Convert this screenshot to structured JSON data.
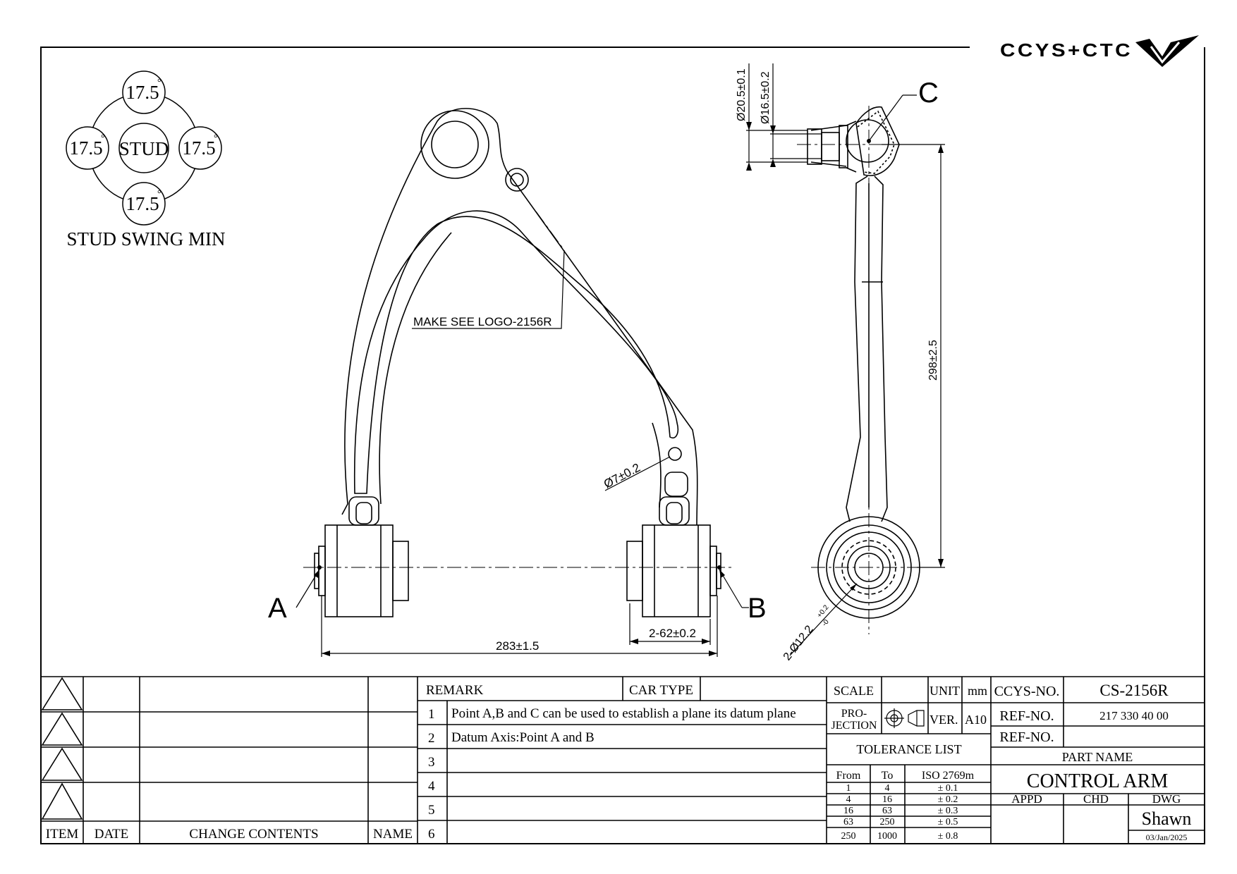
{
  "logo": {
    "text": "CCYS+CTC"
  },
  "stud_swing": {
    "center": "STUD",
    "top": "17.5",
    "left": "17.5",
    "right": "17.5",
    "bottom": "17.5",
    "degree": "°",
    "caption": "STUD SWING MIN"
  },
  "drawing": {
    "logo_note": "MAKE SEE LOGO-2156R",
    "hole_dim": "Ø7±0.2",
    "span_dim": "283±1.5",
    "bushing_dim": "2-62±0.2",
    "point_a": "A",
    "point_b": "B",
    "point_c": "C",
    "dia1": "Ø20.5±0.1",
    "dia2": "Ø16.5±0.2",
    "length_dim": "298±2.5",
    "bore_dim": "2-Ø12.2",
    "bore_tol_upper": "+0.2",
    "bore_tol_lower": "-0"
  },
  "revision": {
    "headers": {
      "item": "ITEM",
      "date": "DATE",
      "change": "CHANGE CONTENTS",
      "name": "NAME"
    }
  },
  "remark": {
    "label": "REMARK",
    "car_type_label": "CAR TYPE",
    "rows": [
      {
        "no": "1",
        "text": "Point A,B and C can be used to establish a plane its datum plane"
      },
      {
        "no": "2",
        "text": "Datum Axis:Point A and B"
      },
      {
        "no": "3",
        "text": ""
      },
      {
        "no": "4",
        "text": ""
      },
      {
        "no": "5",
        "text": ""
      },
      {
        "no": "6",
        "text": ""
      }
    ]
  },
  "spec": {
    "scale_label": "SCALE",
    "unit_label": "UNIT",
    "unit_value": "mm",
    "projection_label_1": "PRO-",
    "projection_label_2": "JECTION",
    "ver_label": "VER.",
    "ver_value": "A10",
    "tolerance_title": "TOLERANCE LIST",
    "tol_headers": {
      "from": "From",
      "to": "To",
      "std": "ISO 2769m"
    },
    "tolerances": [
      {
        "from": "1",
        "to": "4",
        "tol": "± 0.1"
      },
      {
        "from": "4",
        "to": "16",
        "tol": "± 0.2"
      },
      {
        "from": "16",
        "to": "63",
        "tol": "± 0.3"
      },
      {
        "from": "63",
        "to": "250",
        "tol": "± 0.5"
      },
      {
        "from": "250",
        "to": "1000",
        "tol": "± 0.8"
      }
    ]
  },
  "title_block": {
    "ccys_label": "CCYS-NO.",
    "ccys_value": "CS-2156R",
    "ref_label_1": "REF-NO.",
    "ref_value_1": "217 330 40 00",
    "ref_label_2": "REF-NO.",
    "ref_value_2": "",
    "part_name_label": "PART NAME",
    "part_name": "CONTROL ARM",
    "appd": "APPD",
    "chd": "CHD",
    "dwg": "DWG",
    "drawn_by": "Shawn",
    "date": "03/Jan/2025"
  }
}
